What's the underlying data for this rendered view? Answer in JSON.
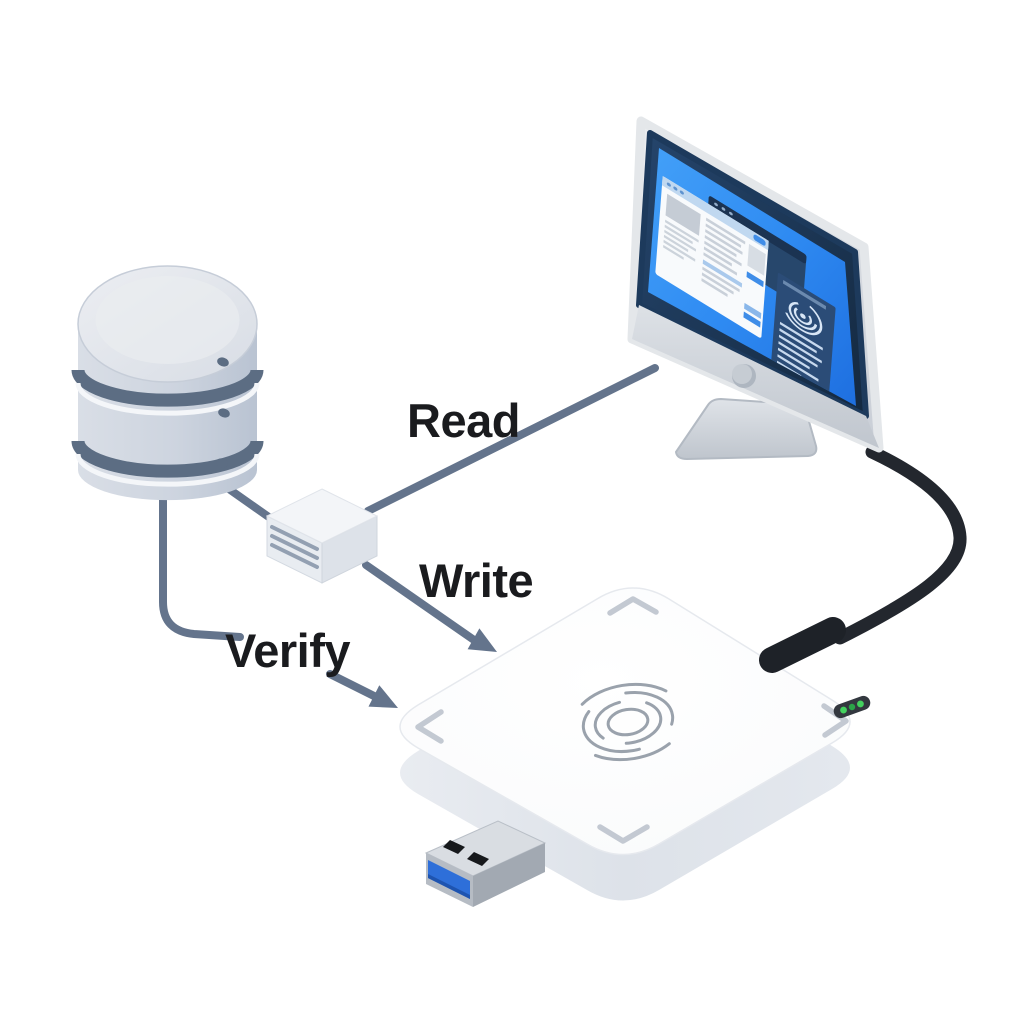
{
  "scene": {
    "background": "#ffffff",
    "description": "Isometric illustration: database syncing with a desktop computer and an NFC card reader/writer pad"
  },
  "labels": {
    "read": "Read",
    "write": "Write",
    "verify": "Verify"
  },
  "colors": {
    "connector": "#64748c",
    "label_text": "#1a1b1e",
    "screen_blue": "#2f8bf2",
    "bezel_navy": "#1d3a5c",
    "monitor_silver": "#dfe3e8",
    "pad_white": "#fdfdfe",
    "pad_detail_grey": "#c3c9d2",
    "nfc_ring_grey": "#9aa2ac",
    "led_dark": "#33383f",
    "led_green": "#43d15e",
    "usb_blue": "#2e6fd9",
    "cable_black": "#23272e",
    "db_body_grey": "#ccd4df",
    "db_band_slate": "#5c6d83"
  },
  "icons": [
    {
      "name": "database-icon",
      "meaning": "database cylinder"
    },
    {
      "name": "junction-box-icon",
      "meaning": "data packet / card stack junction"
    },
    {
      "name": "monitor-icon",
      "meaning": "desktop computer showing NFC app"
    },
    {
      "name": "nfc-reader-pad-icon",
      "meaning": "NFC reader/writer pad"
    },
    {
      "name": "nfc-waves-icon",
      "meaning": "contactless waves on pad and screen"
    },
    {
      "name": "usb-plug-icon",
      "meaning": "USB-A 3.0 plug"
    },
    {
      "name": "usb-cable",
      "meaning": "cable from monitor to pad"
    },
    {
      "name": "status-led",
      "meaning": "green status LED"
    }
  ],
  "connections": [
    {
      "from": "database",
      "to": "monitor",
      "label_key": "read",
      "arrowhead": false
    },
    {
      "from": "database",
      "to": "nfc-reader-pad",
      "label_key": "write",
      "arrowhead": true
    },
    {
      "from": "database",
      "to": "nfc-reader-pad",
      "label_key": "verify",
      "arrowhead": true
    }
  ]
}
